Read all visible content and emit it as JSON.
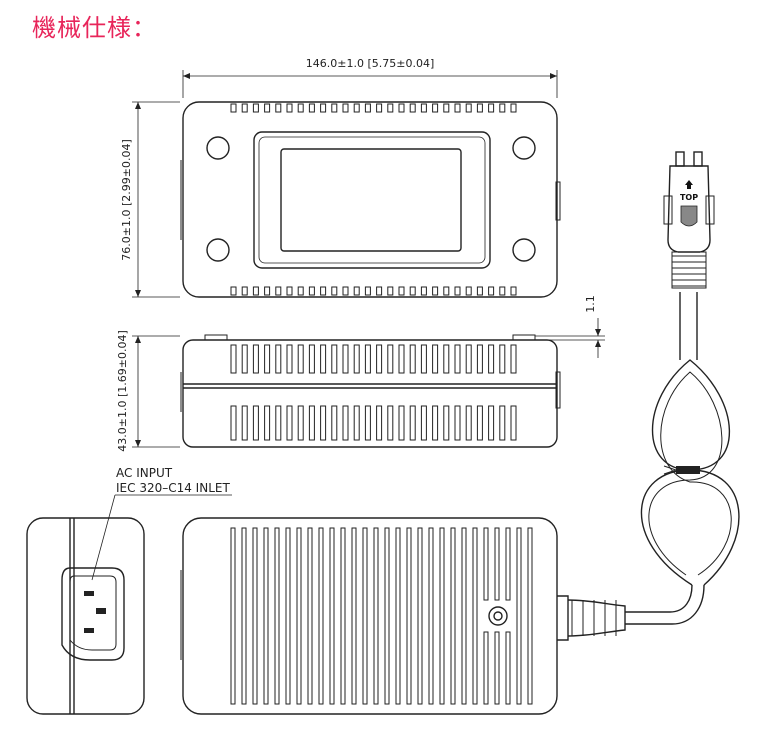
{
  "title": "機械仕様：",
  "dimensions": {
    "width": "146.0±1.0  [5.75±0.04]",
    "height": "76.0±1.0  [2.99±0.04]",
    "depth": "43.0±1.0  [1.69±0.04]",
    "foot": "1.1"
  },
  "notes": {
    "ac_input": "AC  INPUT",
    "inlet": "IEC  320–C14  INLET"
  },
  "connector": {
    "top_label": "TOP"
  }
}
